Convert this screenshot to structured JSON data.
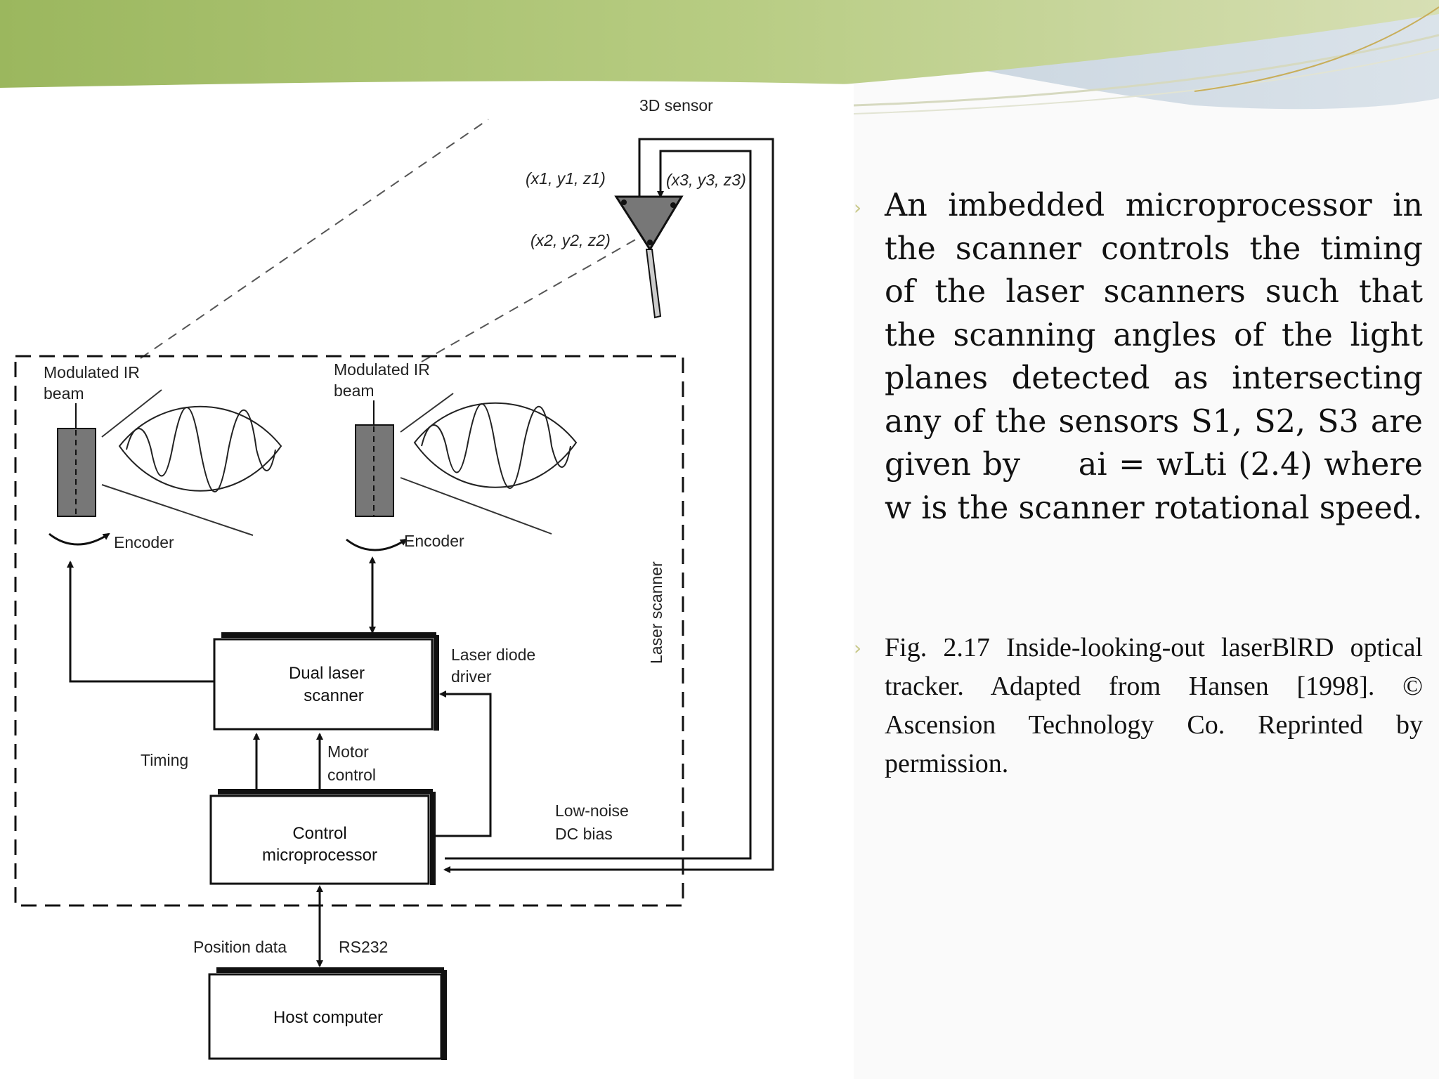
{
  "diagram": {
    "sensor_title": "3D sensor",
    "sensor_point_1": "(x1, y1, z1)",
    "sensor_point_2": "(x2, y2, z2)",
    "sensor_point_3": "(x3, y3, z3)",
    "beam_left": [
      "Modulated IR",
      "beam"
    ],
    "beam_right": [
      "Modulated IR",
      "beam"
    ],
    "encoder_left": "Encoder",
    "encoder_right": "Encoder",
    "laser_scanner_label": "Laser scanner",
    "dual_laser_scanner": [
      "Dual laser",
      "scanner"
    ],
    "laser_diode_driver": [
      "Laser diode",
      "driver"
    ],
    "timing": "Timing",
    "motor_control": [
      "Motor",
      "control"
    ],
    "control_microprocessor": [
      "Control",
      "microprocessor"
    ],
    "low_noise_dc_bias": [
      "Low-noise",
      "DC bias"
    ],
    "position_data": "Position data",
    "rs232": "RS232",
    "host_computer": "Host computer"
  },
  "text": {
    "bullet_1": "An imbedded microprocessor in the scanner controls the timing of the laser scanners such that the scanning angles of the light planes detected as intersecting any of the sensors S1, S2, S3 are given by     ai = wLti (2.4) where w is the scanner rotational speed.",
    "bullet_2": "Fig. 2.17 Inside-looking-out laserBlRD optical tracker. Adapted from Hansen [1998]. © Ascension Technology Co. Reprinted by permission."
  },
  "colors": {
    "swoosh_green": "#a9c46c",
    "swoosh_blue": "#aebfcf",
    "bullet": "#c9c98a"
  }
}
